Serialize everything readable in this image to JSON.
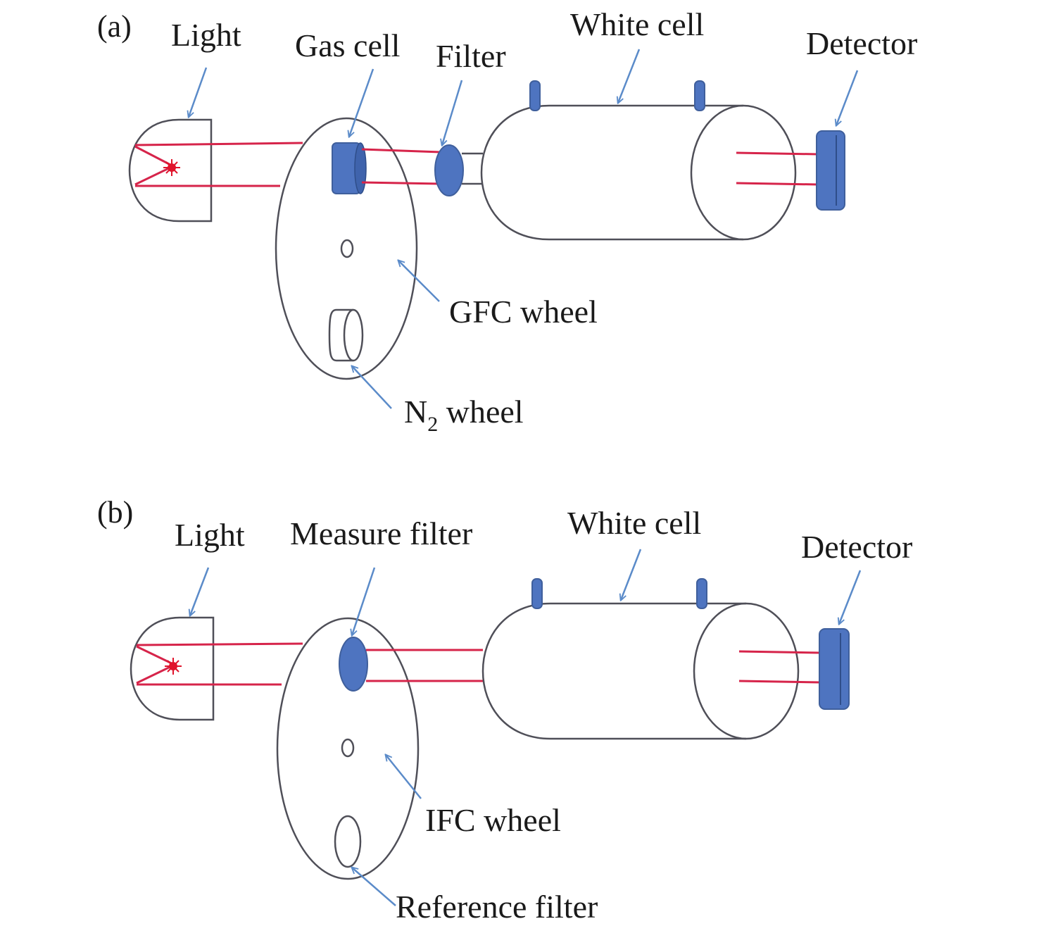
{
  "colors": {
    "beam": "#d6244a",
    "component_blue": "#4e74c0",
    "arrow": "#5b8bc9",
    "outline": "#4f4f58",
    "spark": "#e0142c"
  },
  "panel_a": {
    "tag": "(a)",
    "light_label": "Light",
    "gas_cell_label": "Gas cell",
    "filter_label": "Filter",
    "white_cell_label": "White cell",
    "detector_label": "Detector",
    "wheel_label": "GFC wheel",
    "n2_label_main": "N",
    "n2_label_sub": "2",
    "n2_label_rest": " wheel"
  },
  "panel_b": {
    "tag": "(b)",
    "light_label": "Light",
    "measure_filter_label": "Measure filter",
    "white_cell_label": "White cell",
    "detector_label": "Detector",
    "wheel_label": "IFC wheel",
    "reference_filter_label": "Reference filter"
  }
}
